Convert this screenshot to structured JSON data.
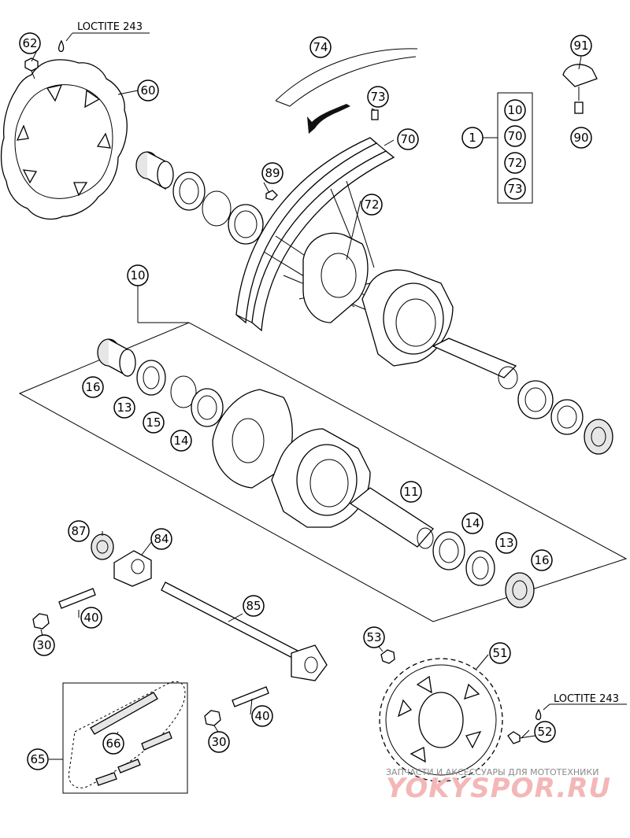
{
  "colors": {
    "line": "#000000",
    "watermark_brand": "#f3b7b7",
    "watermark_text": "#8a8a8a"
  },
  "notes": {
    "loctite_top": "LOCTITE 243",
    "loctite_bottom": "LOCTITE 243"
  },
  "callouts": {
    "c62": "62",
    "c60": "60",
    "c74": "74",
    "c73": "73",
    "c70": "70",
    "c89": "89",
    "c72": "72",
    "c91": "91",
    "c90": "90",
    "c1": "1",
    "k10": "10",
    "k70": "70",
    "k72": "72",
    "k73": "73",
    "c10": "10",
    "c16a": "16",
    "c13a": "13",
    "c15": "15",
    "c14a": "14",
    "c11": "11",
    "c14b": "14",
    "c13b": "13",
    "c16b": "16",
    "c87": "87",
    "c84": "84",
    "c85": "85",
    "c40a": "40",
    "c30a": "30",
    "c53": "53",
    "c51": "51",
    "c52": "52",
    "c40b": "40",
    "c30b": "30",
    "c66": "66",
    "c65": "65"
  },
  "watermark": {
    "line1": "ЗАПЧАСТИ И АКСЕССУАРЫ ДЛЯ МОТОТЕХНИКИ",
    "line2": "YOKYSPOR.RU"
  }
}
